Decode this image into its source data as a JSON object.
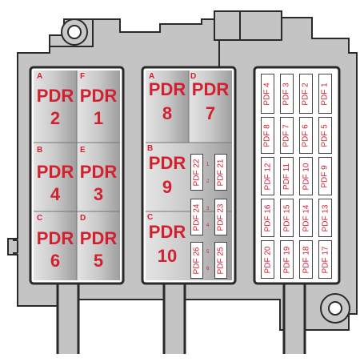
{
  "relay_box": {
    "cells": [
      {
        "tag": "A",
        "label_l1": "PDR",
        "label_l2": "2"
      },
      {
        "tag": "F",
        "label_l1": "PDR",
        "label_l2": "1"
      },
      {
        "tag": "B",
        "label_l1": "PDR",
        "label_l2": "4"
      },
      {
        "tag": "E",
        "label_l1": "PDR",
        "label_l2": "3"
      },
      {
        "tag": "C",
        "label_l1": "PDR",
        "label_l2": "6"
      },
      {
        "tag": "D",
        "label_l1": "PDR",
        "label_l2": "5"
      }
    ]
  },
  "mixed_box": {
    "relays": [
      {
        "tag": "A",
        "label_l1": "PDR",
        "label_l2": "8"
      },
      {
        "tag": "D",
        "label_l1": "PDR",
        "label_l2": "7"
      },
      {
        "tag": "B",
        "label_l1": "PDR",
        "label_l2": "9"
      },
      {
        "tag": "C",
        "label_l1": "PDR",
        "label_l2": "10"
      }
    ],
    "fuses": [
      "PDF 22",
      "PDF 21",
      "PDF 24",
      "PDF 23",
      "PDF 26",
      "PDF 25"
    ],
    "pins": [
      "1",
      "2",
      "3",
      "4",
      "5",
      "6"
    ]
  },
  "fuse_box": {
    "rows": [
      [
        "PDF 4",
        "PDF 3",
        "PDF 2",
        "PDF 1"
      ],
      [
        "PDF 8",
        "PDF 7",
        "PDF 6",
        "PDF 5"
      ],
      [
        "PDF 12",
        "PDF 11",
        "PDF 10",
        "PDF 9"
      ],
      [
        "PDF 16",
        "PDF 15",
        "PDF 14",
        "PDF 13"
      ],
      [
        "PDF 20",
        "PDF 19",
        "PDF 18",
        "PDF 17"
      ]
    ]
  },
  "colors": {
    "label": "#d2202f",
    "housing": "#c4c4c4",
    "outline": "#2a2a2a"
  }
}
